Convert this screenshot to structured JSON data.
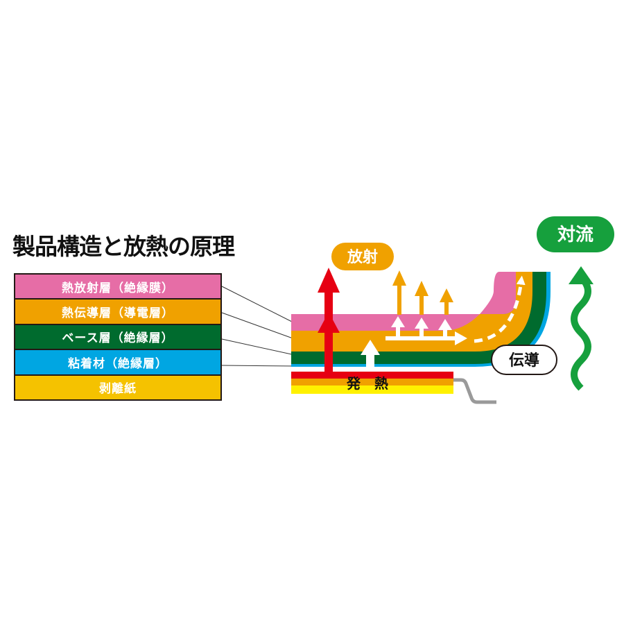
{
  "title": "製品構造と放熱の原理",
  "layers": [
    {
      "label": "熱放射層（絶縁膜）",
      "color": "#e66da6"
    },
    {
      "label": "熱伝導層（導電層）",
      "color": "#f0a100"
    },
    {
      "label": "ベース層（絶縁層）",
      "color": "#006b2e"
    },
    {
      "label": "粘着材（絶縁層）",
      "color": "#00a6e2"
    },
    {
      "label": "剥離紙",
      "color": "#f5c200"
    }
  ],
  "diagram": {
    "radiation_label": "放射",
    "convection_label": "対流",
    "conduction_label": "伝導",
    "heat_label": "発　熱"
  },
  "colors": {
    "pink": "#e66da6",
    "orange": "#f0a100",
    "green": "#006b2e",
    "blue": "#00a6e2",
    "yellow": "#f5c200",
    "red": "#e60012",
    "bright_yellow": "#fff100",
    "convection_green": "#16a03d",
    "gray": "#9a9a9a"
  }
}
